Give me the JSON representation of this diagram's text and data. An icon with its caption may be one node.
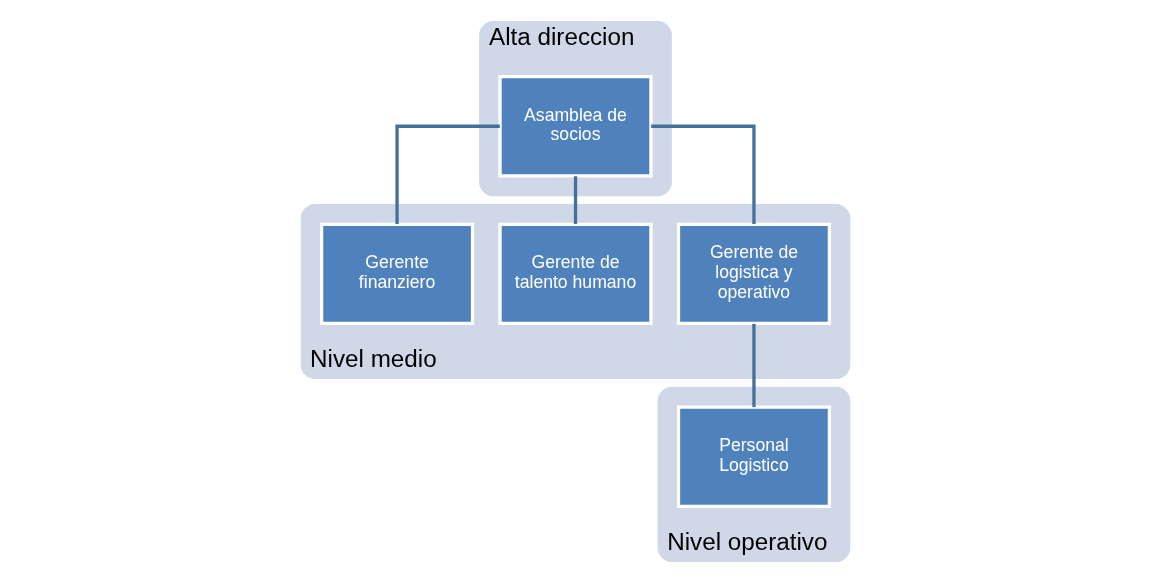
{
  "diagram": {
    "nodes": [
      {
        "text": [
          "Alta direccion"
        ]
      },
      {
        "text": [
          "Asamblea de socios"
        ],
        "in": 0
      },
      {
        "text": [
          "Nivel medio"
        ]
      },
      {
        "text": [
          "Gerente finanziero"
        ],
        "in": 2
      },
      {
        "text": [
          "Gerente de talento humano"
        ],
        "in": 2
      },
      {
        "text": [
          "Gerente de logistica y operativo"
        ],
        "in": 2
      },
      {
        "text": [
          "Nivel operativo"
        ]
      },
      {
        "text": [
          "Personal Logistico"
        ],
        "in": 6
      }
    ],
    "edges": [
      {
        "from": 1,
        "to": 3,
        "arrow": "none"
      },
      {
        "from": 1,
        "to": 4,
        "arrow": "none"
      },
      {
        "from": 1,
        "to": 5,
        "arrow": "none"
      },
      {
        "from": 5,
        "to": 7,
        "arrow": "none"
      }
    ]
  }
}
